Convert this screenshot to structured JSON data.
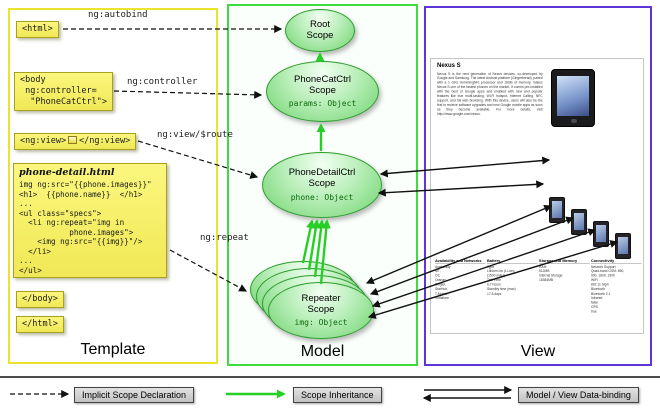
{
  "panels": {
    "template_label": "Template",
    "model_label": "Model",
    "view_label": "View"
  },
  "template": {
    "html_open": "<html>",
    "body_open": "<body\n ng:controller=\n  \"PhoneCatCtrl\">",
    "ng_view_open": "<ng:view>",
    "ng_view_close": "</ng:view>",
    "phone_detail_title": "phone-detail.html",
    "phone_detail_code": "img ng:src=\"{{phone.images}}\"\n<h1>  {{phone.name}}  </h1>\n...\n<ul class=\"specs\">\n  <li ng:repeat=\"img in\n           phone.images\">\n    <img ng:src=\"{{img}}\"/>\n  </li>\n...\n</ul>",
    "body_close": "</body>",
    "html_close": "</html>"
  },
  "annotations": {
    "autobind": "ng:autobind",
    "controller": "ng:controller",
    "view_route": "ng:view/$route",
    "repeat": "ng:repeat"
  },
  "scopes": {
    "root": {
      "name": "Root\nScope"
    },
    "phonecat": {
      "name": "PhoneCatCtrl\nScope",
      "detail": "params: Object"
    },
    "phonedetail": {
      "name": "PhoneDetailCtrl\nScope",
      "detail": "phone: Object"
    },
    "repeater": {
      "name": "Repeater\nScope",
      "detail": "img: Object"
    }
  },
  "view": {
    "title": "Nexus S",
    "description": "Nexus S is the next generation of Nexus devices, co-developed by Google and Samsung. The latest Android platform (Gingerbread), paired with a 1 GHz Hummingbird processor and 16GB of memory, makes Nexus S one of the fastest phones on the market. It comes pre-installed with the best of Google apps and enabled with new and popular features like true multi-tasking, Wi-Fi hotspot, Internet Calling, NFC support, and full web browsing. With this device, users will also be the first to receive software upgrades and new Google mobile apps as soon as they become available. For more details, visit http://www.google.com/nexus.",
    "specs": {
      "col1_title": "Availability and Networks",
      "col1_body": "Availability\nM7,\nO2,\nOrange,\nSingtel,\nStarHub,\nT-Mobile,\nVodafone",
      "col2_title": "Battery",
      "col2_body": "Type\nLithium Ion (Li-Ion)\n(1500 mAH)\nTalk Time\n6.7 hours\nStandby time (max)\n17.8 days",
      "col3_title": "Storage and Memory",
      "col3_body": "RAM\n512MB\nInternal Storage\n16384MB",
      "col4_title": "Connectivity",
      "col4_body": "Network Support\nQuad-band GSM: 850,\n900, 1800, 1900\nWiFi\n802.11 b/g/n\nBluetooth\nBluetooth 2.1\nInfrared\nfalse\nGPS\ntrue"
    }
  },
  "legend": {
    "implicit": "Implicit Scope Declaration",
    "inheritance": "Scope Inheritance",
    "binding": "Model / View Data-binding"
  },
  "colors": {
    "template_border": "#ece42c",
    "model_border": "#3fdc3f",
    "view_border": "#5d35d8",
    "scope_fill": "#6fd46f",
    "inheritance_green": "#25cf25"
  }
}
